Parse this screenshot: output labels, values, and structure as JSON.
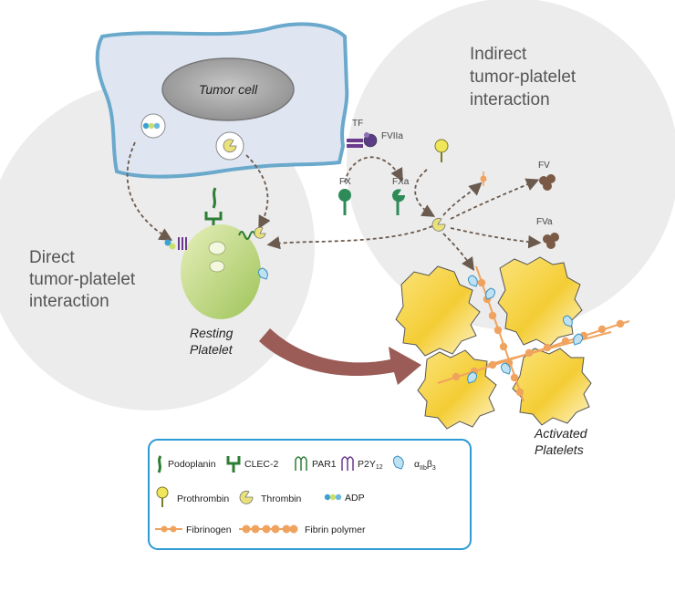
{
  "regions": {
    "direct": [
      "Direct",
      "tumor-platelet",
      "interaction"
    ],
    "indirect": [
      "Indirect",
      "tumor-platelet",
      "interaction"
    ]
  },
  "cells": {
    "tumor_cell": "Tumor cell",
    "resting_platelet": [
      "Resting",
      "Platelet"
    ],
    "activated_platelets": [
      "Activated",
      "Platelets"
    ]
  },
  "factors": {
    "tf": "TF",
    "fviia": "FVIIa",
    "fx": "FX",
    "fxa": "FXa",
    "fv": "FV",
    "fva": "FVa"
  },
  "legend": {
    "podoplanin": "Podoplanin",
    "clec2": "CLEC-2",
    "par1": "PAR1",
    "p2y12_base": "P2Y",
    "p2y12_sub": "12",
    "integrin_alpha": "α",
    "integrin_alpha_sub": "IIb",
    "integrin_beta": "β",
    "integrin_beta_sub": "3",
    "prothrombin": "Prothrombin",
    "thrombin": "Thrombin",
    "adp": "ADP",
    "fibrinogen": "Fibrinogen",
    "fibrin_polymer": "Fibrin polymer"
  },
  "colors": {
    "region_fill": "#ececec",
    "tumor_fill": "#dfe6f2",
    "tumor_stroke": "#6aa9cc",
    "nucleus": "#9c9c9c",
    "platelet_green": "#c7dc7a",
    "platelet_yellow": "#f6d84a",
    "arrow_brown": "#9b5b57",
    "legend_border": "#2d9bd4",
    "fibrin_orange": "#f0a35e"
  }
}
